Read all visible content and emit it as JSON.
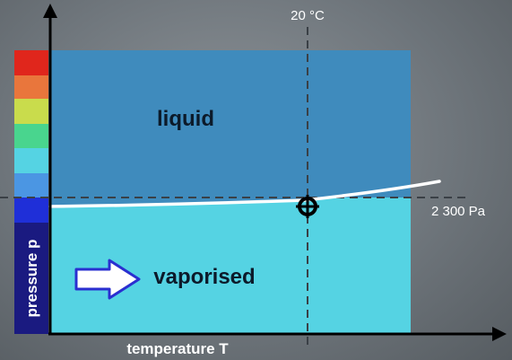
{
  "diagram": {
    "regions": {
      "liquid": {
        "label": "liquid",
        "color": "#3f8bbd"
      },
      "vaporised": {
        "label": "vaporised",
        "color": "#55d3e3"
      }
    },
    "axes": {
      "y_label": "pressure p",
      "x_label": "temperature T"
    },
    "markers": {
      "temperature_label": "20 °C",
      "pressure_label": "2 300 Pa"
    },
    "pressure_scale_colors": [
      "#e0261c",
      "#e9763c",
      "#c9dc4c",
      "#49d58e",
      "#55d3e3",
      "#4b96e3",
      "#1f2fd8"
    ],
    "icons": {
      "arrow": "right-arrow-icon",
      "marker": "crosshair-target-icon"
    }
  }
}
